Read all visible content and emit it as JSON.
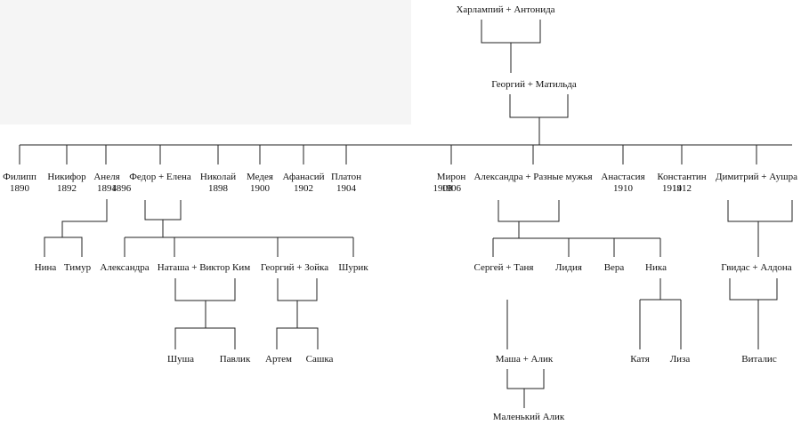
{
  "generation_1": {
    "couple": "Харлампий + Антонида"
  },
  "generation_2": {
    "couple": "Георгий + Матильда"
  },
  "generation_3": [
    {
      "name": "Филипп",
      "year": "1890"
    },
    {
      "name": "Никифор",
      "year": "1892"
    },
    {
      "name": "Анеля",
      "year": "1894"
    },
    {
      "name": "Федор + Елена",
      "year": "1896"
    },
    {
      "name": "Николай",
      "year": "1898"
    },
    {
      "name": "Медея",
      "year": "1900"
    },
    {
      "name": "Афанасий",
      "year": "1902"
    },
    {
      "name": "Платон",
      "year": "1904"
    },
    {
      "name": "Мирон",
      "year": "1906"
    },
    {
      "name": "Александра + Разные мужья",
      "year": "1908"
    },
    {
      "name": "Анастасия",
      "year": "1910"
    },
    {
      "name": "Константин",
      "year": "1912"
    },
    {
      "name": "Димитрий + Аушра",
      "year": "1914"
    }
  ],
  "generation_4": {
    "anela_children": [
      "Нина",
      "Тимур"
    ],
    "fedor_children": [
      "Александра",
      "Наташа + Виктор Ким",
      "Георгий + Зойка",
      "Шурик"
    ],
    "alexandra_children": [
      "Сергей + Таня",
      "Лидия",
      "Вера",
      "Ника"
    ],
    "dimitriy_children": [
      "Гвидас + Алдона"
    ]
  },
  "generation_5": {
    "natasha_children": [
      "Шуша",
      "Павлик"
    ],
    "georgiy_children": [
      "Артем",
      "Сашка"
    ],
    "sergey_children": [
      "Маша + Алик"
    ],
    "nika_children": [
      "Катя",
      "Лиза"
    ],
    "gvidas_children": [
      "Виталис"
    ]
  },
  "generation_6": {
    "masha_children": [
      "Маленький Алик"
    ]
  }
}
